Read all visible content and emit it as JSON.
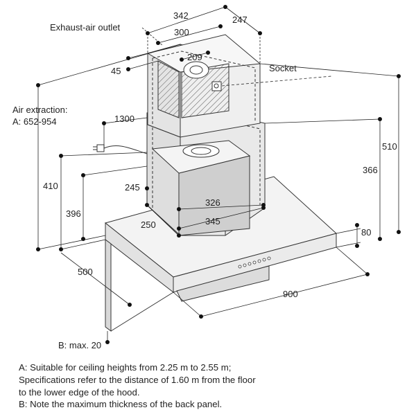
{
  "labels": {
    "exhaust_air_outlet": "Exhaust-air outlet",
    "socket": "Socket",
    "air_extraction_title": "Air extraction:",
    "air_extraction_range": "A: 652-954",
    "back_panel_max": "B: max. 20"
  },
  "dimensions": {
    "d342": "342",
    "d247": "247",
    "d300": "300",
    "d209": "209",
    "d45": "45",
    "d1300": "1300",
    "d510": "510",
    "d366": "366",
    "d410": "410",
    "d396": "396",
    "d245": "245",
    "d326": "326",
    "d250": "250",
    "d345": "345",
    "d80": "80",
    "d500": "500",
    "d900": "900"
  },
  "notes": [
    "A: Suitable for ceiling heights from 2.25 m to 2.55 m;",
    "Specifications refer to the distance of 1.60 m from the floor",
    "to the lower edge of the hood.",
    "B: Note the maximum thickness of the back panel."
  ]
}
